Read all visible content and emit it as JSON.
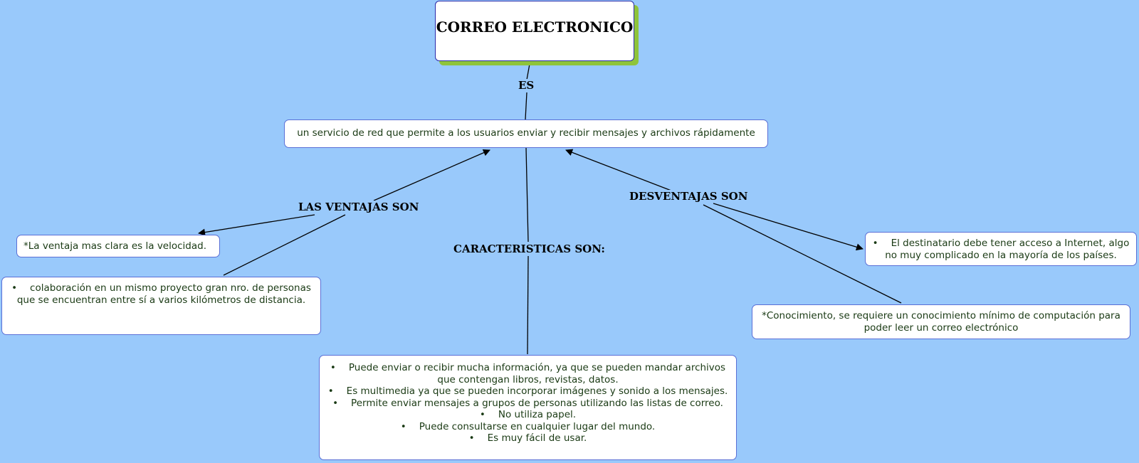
{
  "title": "CORREO ELECTRONICO",
  "links": {
    "es": "ES",
    "ventajas": "LAS VENTAJAS SON",
    "caracteristicas": "CARACTERISTICAS SON:",
    "desventajas": "DESVENTAJAS SON"
  },
  "definition": "un servicio de red que permite a los usuarios enviar y recibir mensajes y archivos rápidamente",
  "ventajas": {
    "velocidad": "*La ventaja mas clara es la velocidad.",
    "colaboracion": "colaboración en un mismo proyecto gran nro. de personas que se encuentran entre sí a varios kilómetros de distancia."
  },
  "caracteristicas": [
    "Puede enviar o recibir mucha información, ya que se pueden mandar archivos que contengan libros, revistas, datos.",
    "Es multimedia ya que se pueden incorporar imágenes y sonido a los mensajes.",
    "Permite enviar mensajes a grupos de personas utilizando las listas de correo.",
    "No utiliza papel.",
    "Puede consultarse en cualquier lugar del mundo.",
    "Es muy fácil de usar."
  ],
  "desventajas": {
    "internet": "El destinatario debe tener acceso a Internet, algo no muy complicado en la mayoría de los países.",
    "conocimiento": "*Conocimiento, se requiere un conocimiento mínimo de computación para poder leer un correo electrónico"
  }
}
